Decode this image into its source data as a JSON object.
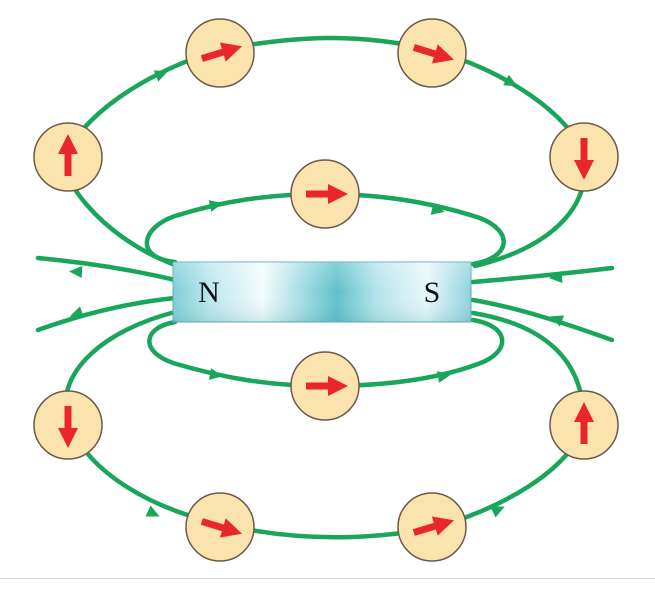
{
  "magnet": {
    "north_label": "N",
    "south_label": "S"
  },
  "colors": {
    "field_line": "#1aa65a",
    "compass_fill": "#fbe3ad",
    "compass_stroke": "#6b5a4a",
    "needle": "#e8262b",
    "magnet_base": "#8fd2dc"
  },
  "compass_needles": [
    {
      "name": "compass-top-left",
      "direction_deg": 270
    },
    {
      "name": "compass-top-center-left",
      "direction_deg": -17
    },
    {
      "name": "compass-top-center-right",
      "direction_deg": 17
    },
    {
      "name": "compass-top-right",
      "direction_deg": 90
    },
    {
      "name": "compass-inner-top",
      "direction_deg": 0
    },
    {
      "name": "compass-inner-bottom",
      "direction_deg": 0
    },
    {
      "name": "compass-bottom-left",
      "direction_deg": 90
    },
    {
      "name": "compass-bottom-center-left",
      "direction_deg": 17
    },
    {
      "name": "compass-bottom-center-right",
      "direction_deg": -17
    },
    {
      "name": "compass-bottom-right",
      "direction_deg": 270
    }
  ]
}
